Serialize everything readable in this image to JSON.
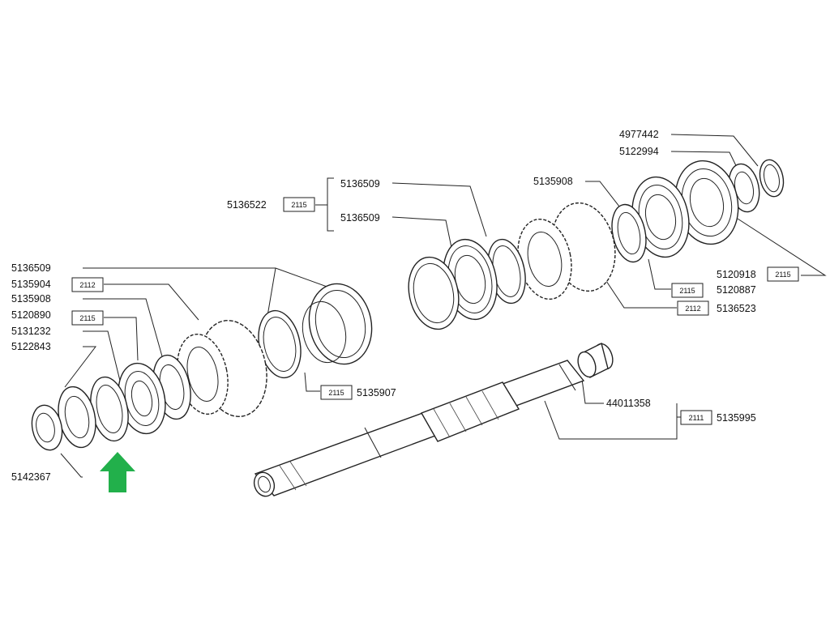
{
  "labels": {
    "l_4977442": "4977442",
    "l_5122994": "5122994",
    "l_5135908_r": "5135908",
    "l_5136509_t": "5136509",
    "l_5136522": "5136522",
    "l_5136509_m": "5136509",
    "l_5136509_l": "5136509",
    "l_5135904": "5135904",
    "l_5135908_l": "5135908",
    "l_5120890": "5120890",
    "l_5131232": "5131232",
    "l_5122843": "5122843",
    "l_5142367": "5142367",
    "l_5120918": "5120918",
    "l_5120887": "5120887",
    "l_5136523": "5136523",
    "l_5135907": "5135907",
    "l_44011358": "44011358",
    "l_5135995": "5135995"
  },
  "boxes": {
    "b_5136522": "2115",
    "b_5135904": "2112",
    "b_5120890": "2115",
    "b_5120918": "2115",
    "b_5120887": "2115",
    "b_5136523": "2112",
    "b_5135907": "2115",
    "b_5135995": "2111"
  },
  "colors": {
    "arrow": "#22b04b",
    "line": "#222222"
  },
  "icons": {
    "highlight": "green-up-arrow-icon"
  }
}
